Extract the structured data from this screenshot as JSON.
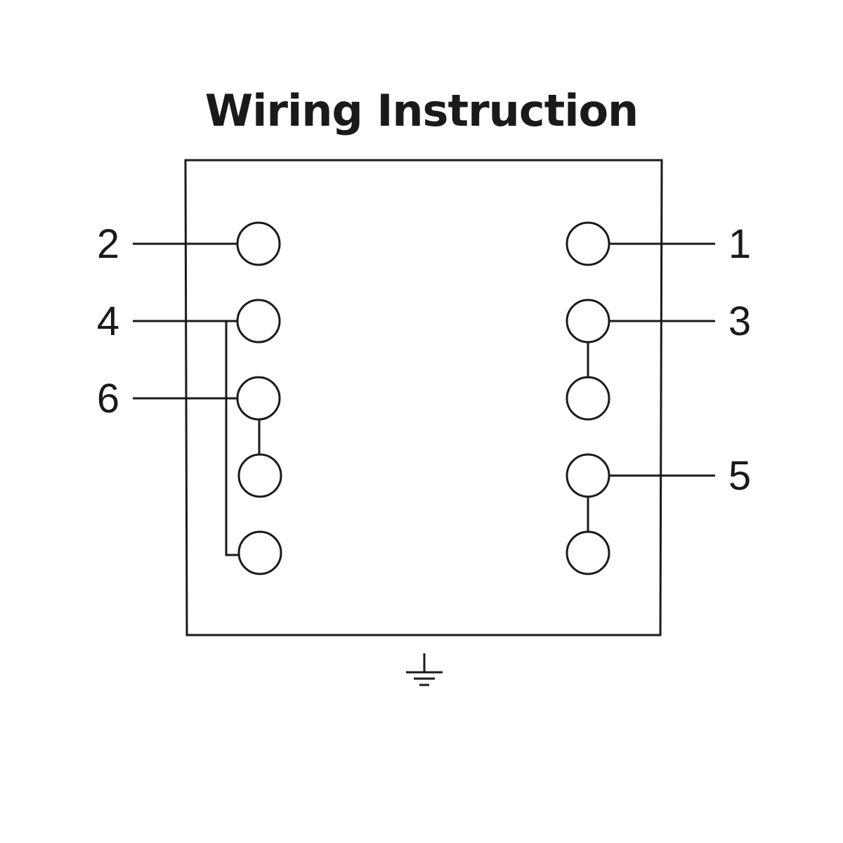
{
  "title": "Wiring Instruction",
  "colors": {
    "stroke": "#1a1a1a",
    "background": "#ffffff"
  },
  "terminal_labels": {
    "t1": "1",
    "t2": "2",
    "t3": "3",
    "t4": "4",
    "t5": "5",
    "t6": "6"
  },
  "ground_symbol": "ground-icon"
}
